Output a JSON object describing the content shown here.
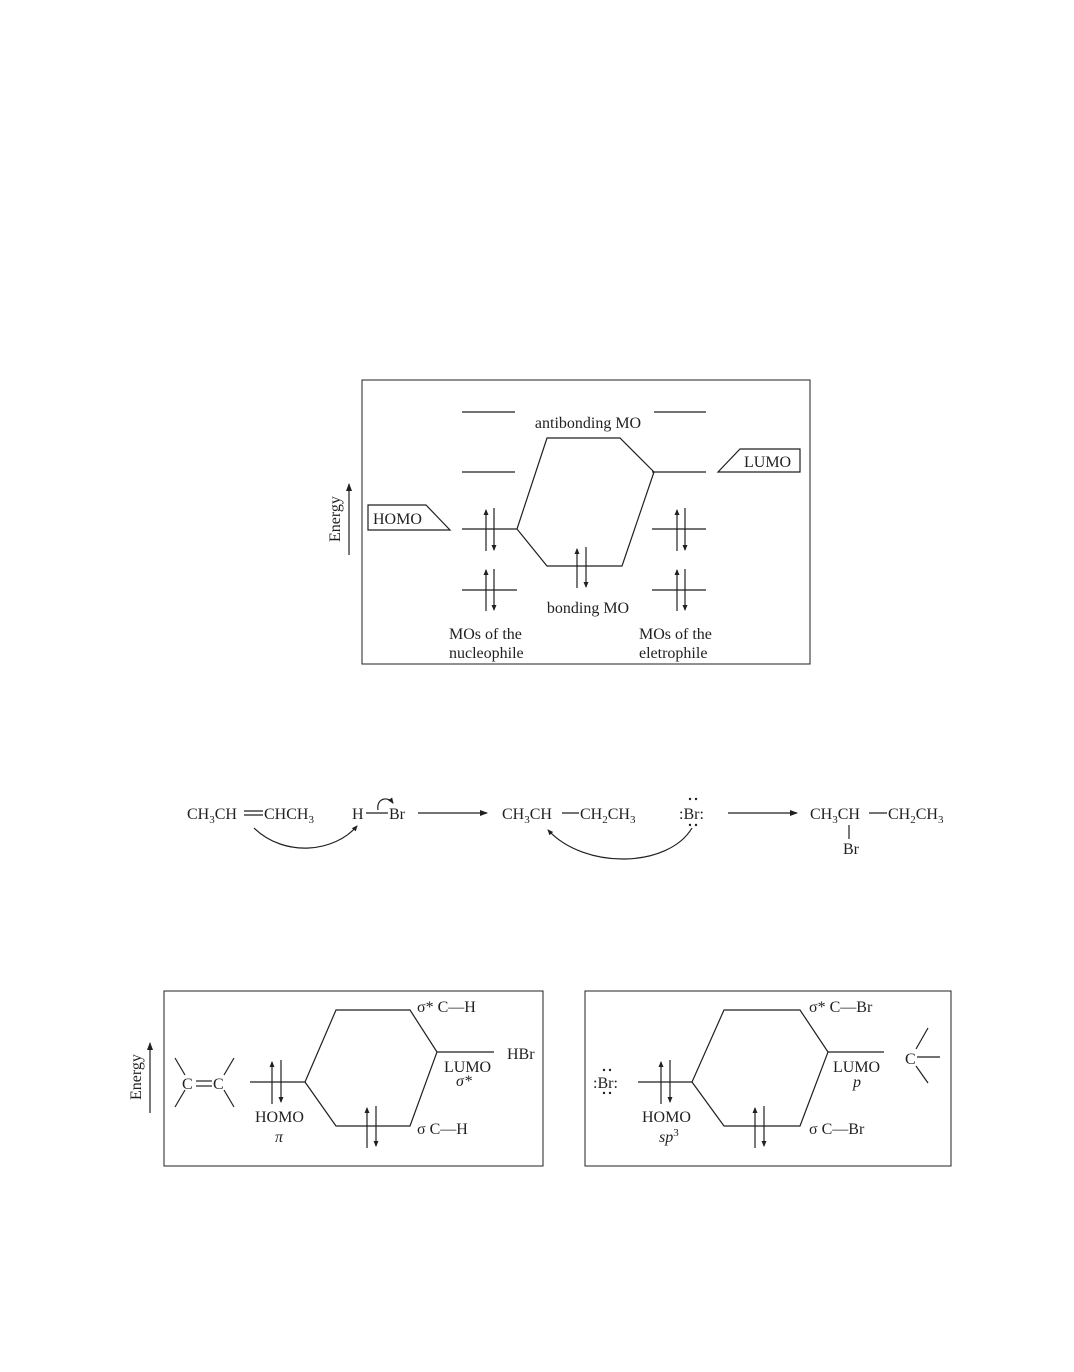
{
  "figure1": {
    "energy_label": "Energy",
    "homo_label": "HOMO",
    "lumo_label": "LUMO",
    "antibonding_label": "antibonding MO",
    "bonding_label": "bonding MO",
    "nucleophile_label_line1": "MOs of the",
    "nucleophile_label_line2": "nucleophile",
    "electrophile_label_line1": "MOs of the",
    "electrophile_label_line2": "eletrophile"
  },
  "reaction": {
    "reactant_ch3ch": "CH",
    "reactant_rest": "CH",
    "hbr_h": "H",
    "hbr_br": "Br",
    "carbocation_left": "CH",
    "carbocation_right": "CH",
    "bromide": ":Br:",
    "product_left": "CH",
    "product_right": "CH",
    "product_br": "Br",
    "sub3": "3",
    "sub2": "2"
  },
  "figure2": {
    "energy_label": "Energy",
    "alkene_label": "C",
    "sigma_star_label": "σ* C—H",
    "sigma_label": "σ C—H",
    "homo_label": "HOMO",
    "homo_orbital": "π",
    "lumo_label": "LUMO",
    "lumo_orbital": "σ*",
    "reagent_label": "HBr"
  },
  "figure3": {
    "bromide_label": ":Br:",
    "sigma_star_label": "σ* C—Br",
    "sigma_label": "σ C—Br",
    "homo_label": "HOMO",
    "homo_orbital": "sp",
    "homo_orbital_sup": "3",
    "lumo_label": "LUMO",
    "lumo_orbital": "p",
    "carbocation_label": "C"
  }
}
